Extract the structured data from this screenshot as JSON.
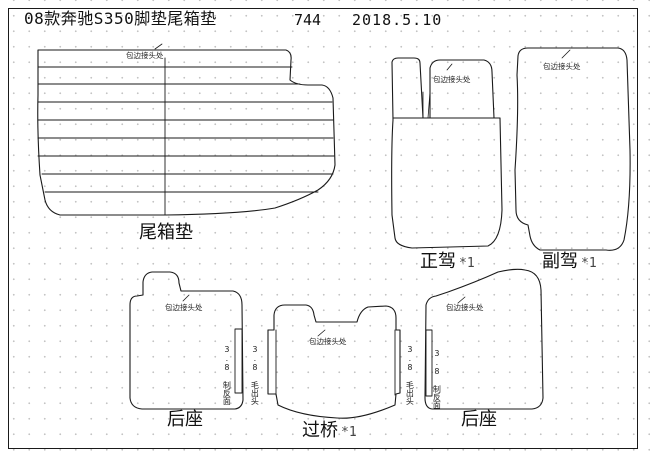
{
  "header": {
    "title": "08款奔驰S350脚垫尾箱垫",
    "code": "744",
    "date": "2018.5.10"
  },
  "pieces": {
    "trunk": {
      "label": "尾箱垫",
      "note": "包边接头处"
    },
    "driver": {
      "label": "正驾",
      "qty": "*1",
      "note": "包边接头处"
    },
    "passenger": {
      "label": "副驾",
      "qty": "*1",
      "note": "包边接头处"
    },
    "rear_left": {
      "label": "后座",
      "note": "包边接头处",
      "side_note": "3.8 制反面"
    },
    "bridge": {
      "label": "过桥",
      "qty": "*1",
      "note": "包边接头处",
      "side_note_left": "3.8 毛出头",
      "side_note_right": "3.8 毛出头"
    },
    "rear_right": {
      "label": "后座",
      "note": "包边接头处",
      "side_note": "3.8 制反面"
    }
  },
  "colors": {
    "ink": "#1a1a1a",
    "background": "#ffffff",
    "grid_dot": "#c4c4c4"
  }
}
